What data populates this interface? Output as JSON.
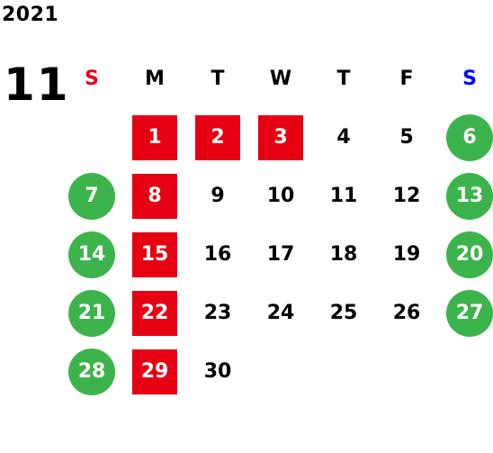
{
  "calendar": {
    "year": "2021",
    "month": "11",
    "weekdays": [
      "S",
      "M",
      "T",
      "W",
      "T",
      "F",
      "S"
    ],
    "weekday_colors": [
      "#e60012",
      "#000000",
      "#000000",
      "#000000",
      "#000000",
      "#000000",
      "#0000ff"
    ],
    "colors": {
      "holiday_red": "#e60012",
      "weekend_green": "#3cb44b",
      "text": "#000000",
      "highlighted_text": "#ffffff"
    },
    "weeks": [
      [
        null,
        {
          "day": "1",
          "mark": "red"
        },
        {
          "day": "2",
          "mark": "red"
        },
        {
          "day": "3",
          "mark": "red"
        },
        {
          "day": "4"
        },
        {
          "day": "5"
        },
        {
          "day": "6",
          "mark": "green"
        }
      ],
      [
        {
          "day": "7",
          "mark": "green"
        },
        {
          "day": "8",
          "mark": "red"
        },
        {
          "day": "9"
        },
        {
          "day": "10"
        },
        {
          "day": "11"
        },
        {
          "day": "12"
        },
        {
          "day": "13",
          "mark": "green"
        }
      ],
      [
        {
          "day": "14",
          "mark": "green"
        },
        {
          "day": "15",
          "mark": "red"
        },
        {
          "day": "16"
        },
        {
          "day": "17"
        },
        {
          "day": "18"
        },
        {
          "day": "19"
        },
        {
          "day": "20",
          "mark": "green"
        }
      ],
      [
        {
          "day": "21",
          "mark": "green"
        },
        {
          "day": "22",
          "mark": "red"
        },
        {
          "day": "23"
        },
        {
          "day": "24"
        },
        {
          "day": "25"
        },
        {
          "day": "26"
        },
        {
          "day": "27",
          "mark": "green"
        }
      ],
      [
        {
          "day": "28",
          "mark": "green"
        },
        {
          "day": "29",
          "mark": "red"
        },
        {
          "day": "30"
        },
        null,
        null,
        null,
        null
      ]
    ]
  }
}
